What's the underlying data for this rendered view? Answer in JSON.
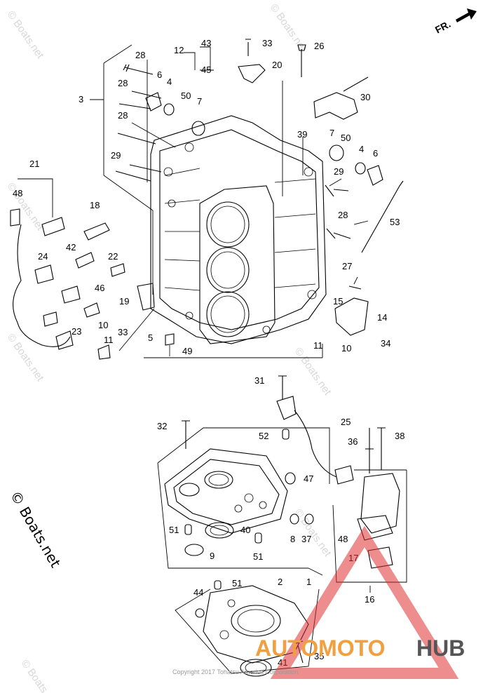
{
  "watermark_text": "© Boats.net",
  "side_watermark": "© Boats.net",
  "orientation_label": "FR.",
  "copyright": "Copyright 2017 Tohatsu America Corporation",
  "brand": {
    "part1": "AUTOMOTO",
    "part2": "HUB",
    "color1": "#f0a040",
    "color2": "#555555",
    "triangle_color": "#e03030"
  },
  "callouts": [
    {
      "num": "43"
    },
    {
      "num": "12"
    },
    {
      "num": "45"
    },
    {
      "num": "33"
    },
    {
      "num": "20"
    },
    {
      "num": "26"
    },
    {
      "num": "28"
    },
    {
      "num": "6"
    },
    {
      "num": "4"
    },
    {
      "num": "3"
    },
    {
      "num": "28"
    },
    {
      "num": "50"
    },
    {
      "num": "7"
    },
    {
      "num": "28"
    },
    {
      "num": "30"
    },
    {
      "num": "29"
    },
    {
      "num": "39"
    },
    {
      "num": "7"
    },
    {
      "num": "50"
    },
    {
      "num": "4"
    },
    {
      "num": "6"
    },
    {
      "num": "21"
    },
    {
      "num": "29"
    },
    {
      "num": "48"
    },
    {
      "num": "28"
    },
    {
      "num": "18"
    },
    {
      "num": "53"
    },
    {
      "num": "42"
    },
    {
      "num": "24"
    },
    {
      "num": "22"
    },
    {
      "num": "27"
    },
    {
      "num": "46"
    },
    {
      "num": "19"
    },
    {
      "num": "15"
    },
    {
      "num": "14"
    },
    {
      "num": "33"
    },
    {
      "num": "23"
    },
    {
      "num": "10"
    },
    {
      "num": "11"
    },
    {
      "num": "5"
    },
    {
      "num": "49"
    },
    {
      "num": "11"
    },
    {
      "num": "10"
    },
    {
      "num": "34"
    },
    {
      "num": "31"
    },
    {
      "num": "25"
    },
    {
      "num": "32"
    },
    {
      "num": "52"
    },
    {
      "num": "36"
    },
    {
      "num": "38"
    },
    {
      "num": "47"
    },
    {
      "num": "51"
    },
    {
      "num": "40"
    },
    {
      "num": "8"
    },
    {
      "num": "37"
    },
    {
      "num": "48"
    },
    {
      "num": "9"
    },
    {
      "num": "51"
    },
    {
      "num": "17"
    },
    {
      "num": "1"
    },
    {
      "num": "2"
    },
    {
      "num": "44"
    },
    {
      "num": "51"
    },
    {
      "num": "16"
    },
    {
      "num": "35"
    },
    {
      "num": "41"
    }
  ]
}
